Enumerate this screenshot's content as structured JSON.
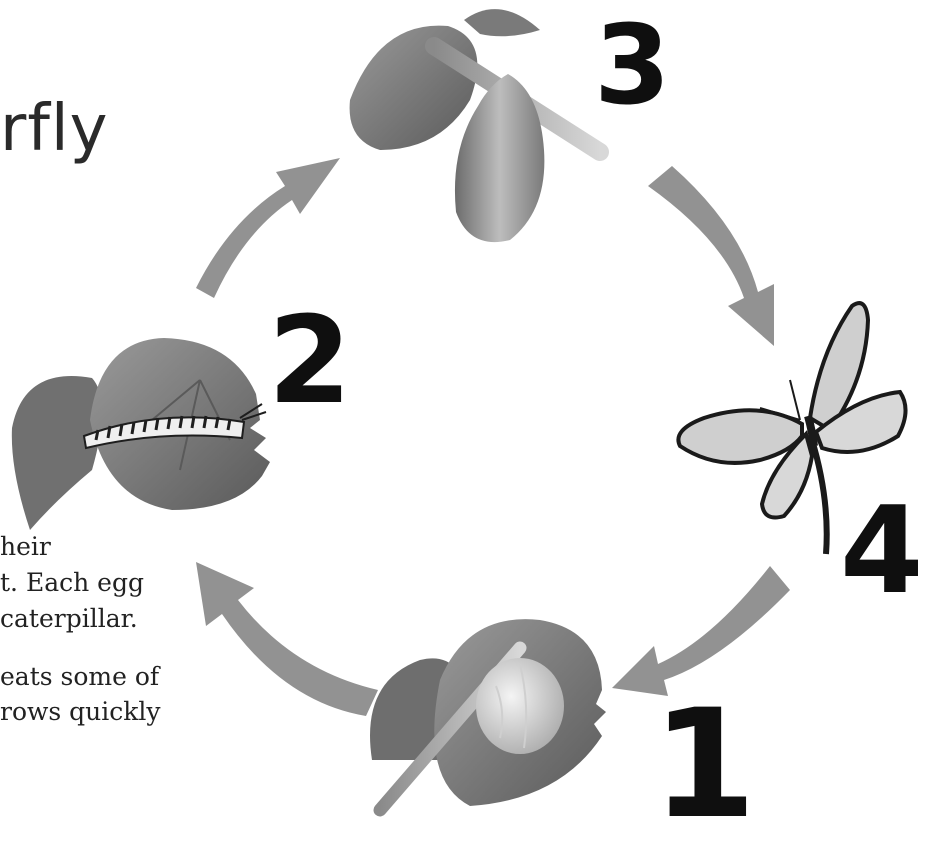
{
  "title": "rfly",
  "stages": [
    {
      "number": "1"
    },
    {
      "number": "2"
    },
    {
      "number": "3"
    },
    {
      "number": "4"
    }
  ],
  "body_text": {
    "line1": "heir",
    "line2": "t. Each egg",
    "line3": "caterpillar.",
    "line4": "eats some of",
    "line5": "rows quickly"
  },
  "colors": {
    "leaf": "#7a7a7a",
    "leaf_dark": "#5e5e5e",
    "arrow": "#909090",
    "number": "#0f0f0f",
    "text": "#222222"
  }
}
